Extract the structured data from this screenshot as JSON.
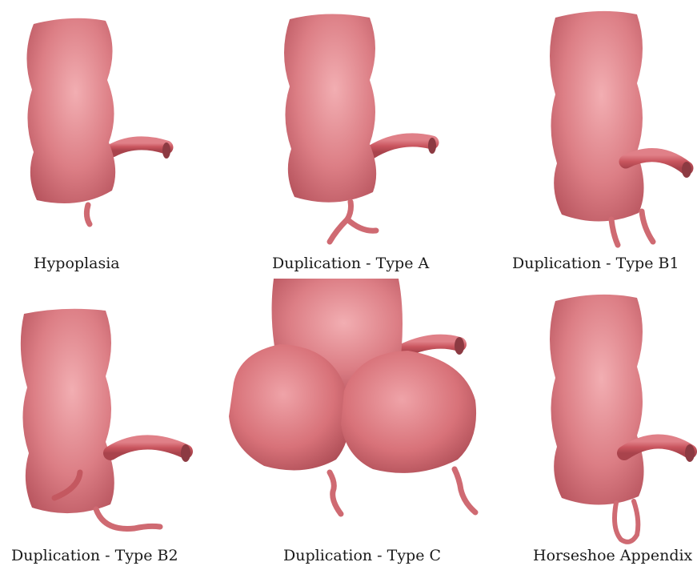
{
  "labels": {
    "hypoplasia": "Hypoplasia",
    "duplication_a": "Duplication - Type A",
    "duplication_b1": "Duplication - Type B1",
    "duplication_b2": "Duplication - Type B2",
    "duplication_c": "Duplication - Type C",
    "horseshoe": "Horseshoe Appendix"
  },
  "colors": {
    "tissue": "#d8737a",
    "tissue_light": "#eea9ae",
    "tissue_dark": "#b34d57",
    "ileum": "#c9555e"
  }
}
